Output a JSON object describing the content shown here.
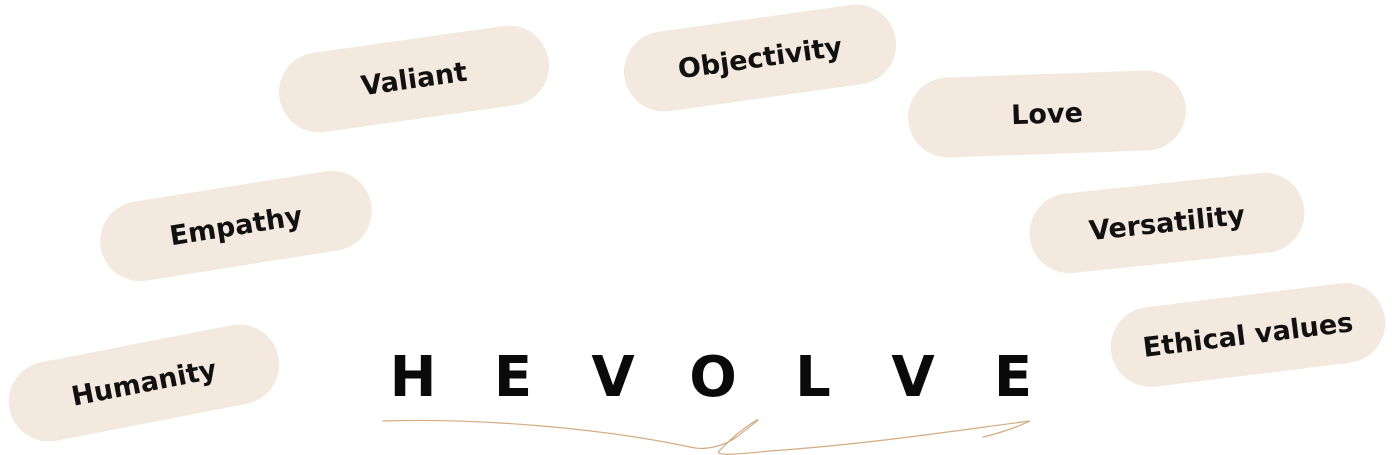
{
  "colors": {
    "pill_background": "#f3e9df",
    "text": "#111111",
    "swoosh": "#d2ab82"
  },
  "pills": {
    "valiant": "Valiant",
    "objectivity": "Objectivity",
    "love": "Love",
    "empathy": "Empathy",
    "versatility": "Versatility",
    "ethical_values": "Ethical values",
    "humanity": "Humanity"
  },
  "brand": {
    "letters": [
      "H",
      "E",
      "V",
      "O",
      "L",
      "V",
      "E"
    ]
  }
}
